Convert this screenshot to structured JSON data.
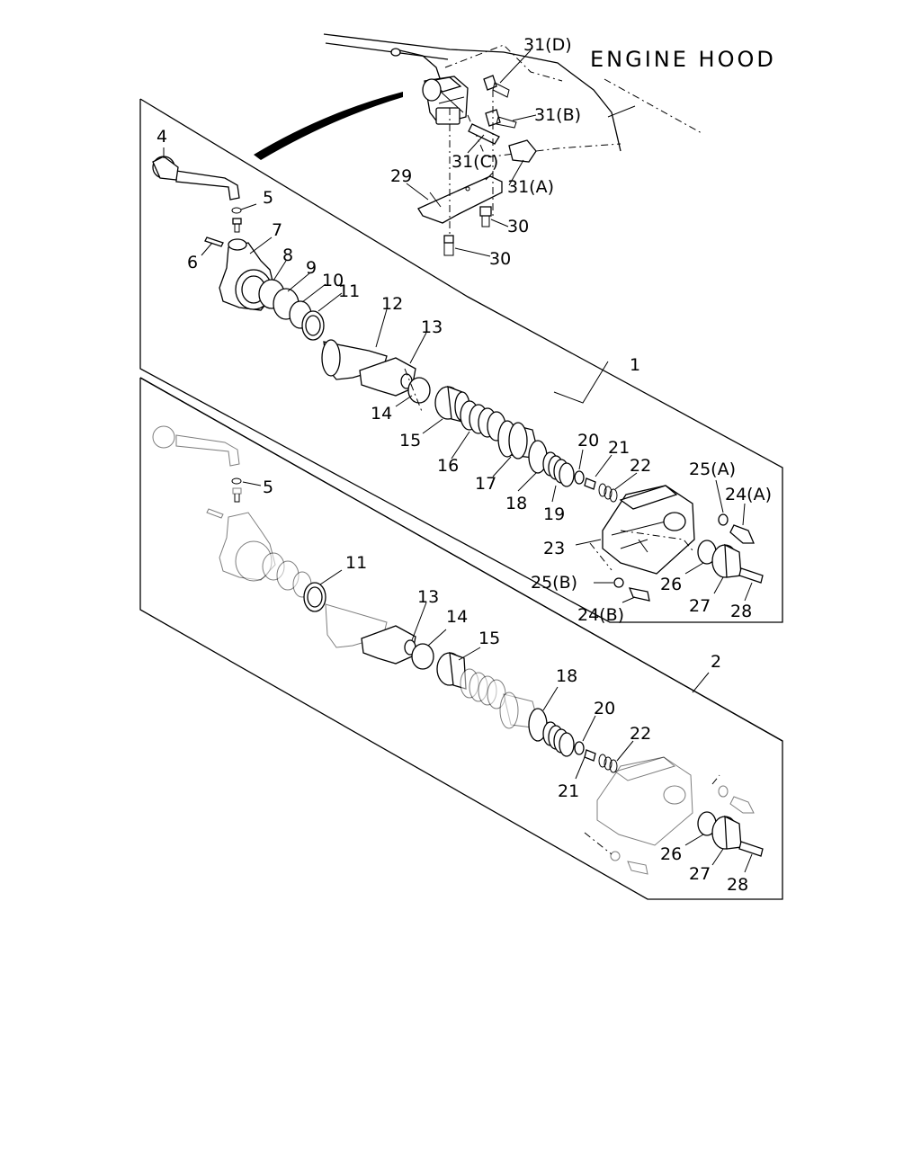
{
  "title": "ENGINE HOOD",
  "assembly_1_label": "1",
  "assembly_2_label": "2",
  "labels": {
    "p31d": "31(D)",
    "p31b": "31(B)",
    "p31c": "31(C)",
    "p31a": "31(A)",
    "p29": "29",
    "p30a": "30",
    "p30b": "30",
    "p4": "4",
    "p5a": "5",
    "p6": "6",
    "p7": "7",
    "p8": "8",
    "p9": "9",
    "p10": "10",
    "p11a": "11",
    "p12": "12",
    "p13a": "13",
    "p14a": "14",
    "p15a": "15",
    "p16": "16",
    "p17": "17",
    "p18a": "18",
    "p19": "19",
    "p20a": "20",
    "p21a": "21",
    "p22a": "22",
    "p25a": "25(A)",
    "p24a": "24(A)",
    "p23": "23",
    "p25b": "25(B)",
    "p24b": "24(B)",
    "p26a": "26",
    "p27a": "27",
    "p28a": "28",
    "p5b": "5",
    "p11b": "11",
    "p13b": "13",
    "p14b": "14",
    "p15b": "15",
    "p18b": "18",
    "p20b": "20",
    "p22b": "22",
    "p21b": "21",
    "p26b": "26",
    "p27b": "27",
    "p28b": "28"
  }
}
